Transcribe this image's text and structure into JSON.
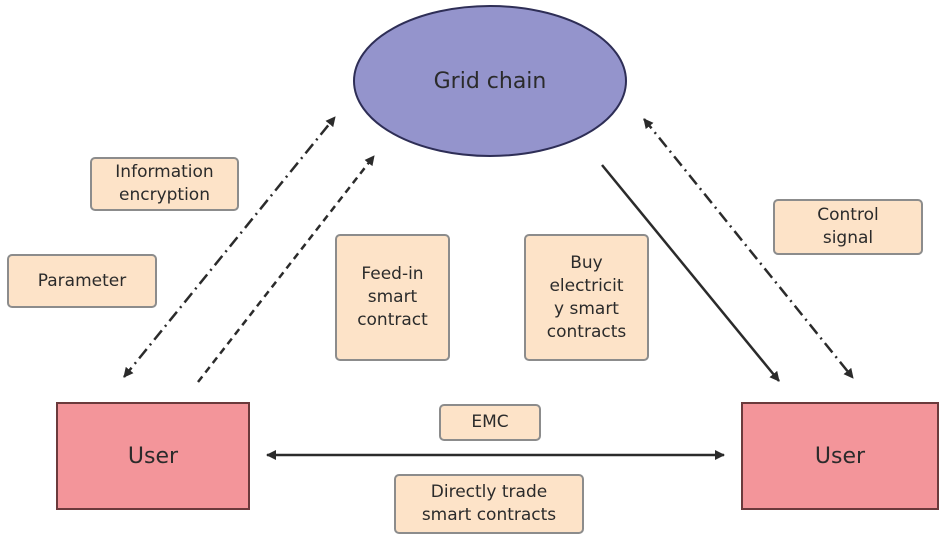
{
  "grid_node": {
    "label": "Grid chain",
    "fill": "#9494cc"
  },
  "user_left": {
    "label": "User",
    "fill": "#f3959a"
  },
  "user_right": {
    "label": "User",
    "fill": "#f3959a"
  },
  "labels": {
    "information_encryption": "Information\nencryption",
    "parameter": "Parameter",
    "feed_in": "Feed-in\nsmart\ncontract",
    "buy_electricity": "Buy\nelectricit\ny smart\ncontracts",
    "control_signal": "Control\nsignal",
    "emc": "EMC",
    "direct_trade": "Directly trade\nsmart contracts"
  },
  "colors": {
    "label_fill": "#fde3c8",
    "label_border": "#8c8c8c",
    "arrow": "#2b2b2b"
  }
}
